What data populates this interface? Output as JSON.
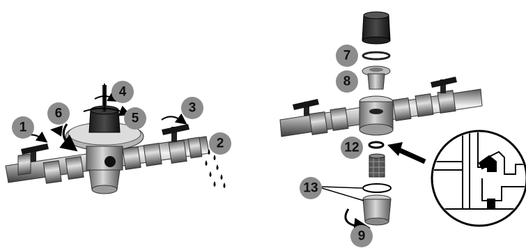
{
  "badges": [
    {
      "label": "1"
    },
    {
      "label": "2"
    },
    {
      "label": "3"
    },
    {
      "label": "4"
    },
    {
      "label": "5"
    },
    {
      "label": "6"
    },
    {
      "label": "7"
    },
    {
      "label": "8"
    },
    {
      "label": "12"
    },
    {
      "label": "13"
    },
    {
      "label": "9"
    }
  ],
  "colors": {
    "badge_fill": "#8c8c8c",
    "metal_light": "#e6e6e6",
    "metal_dark": "#3a3a3a",
    "handle": "#1a1a1a",
    "arrow": "#000000"
  },
  "icons": [
    "rotate-arrow-icon",
    "water-drops-icon",
    "pointer-arrow-icon",
    "magnifier-circle-icon"
  ]
}
